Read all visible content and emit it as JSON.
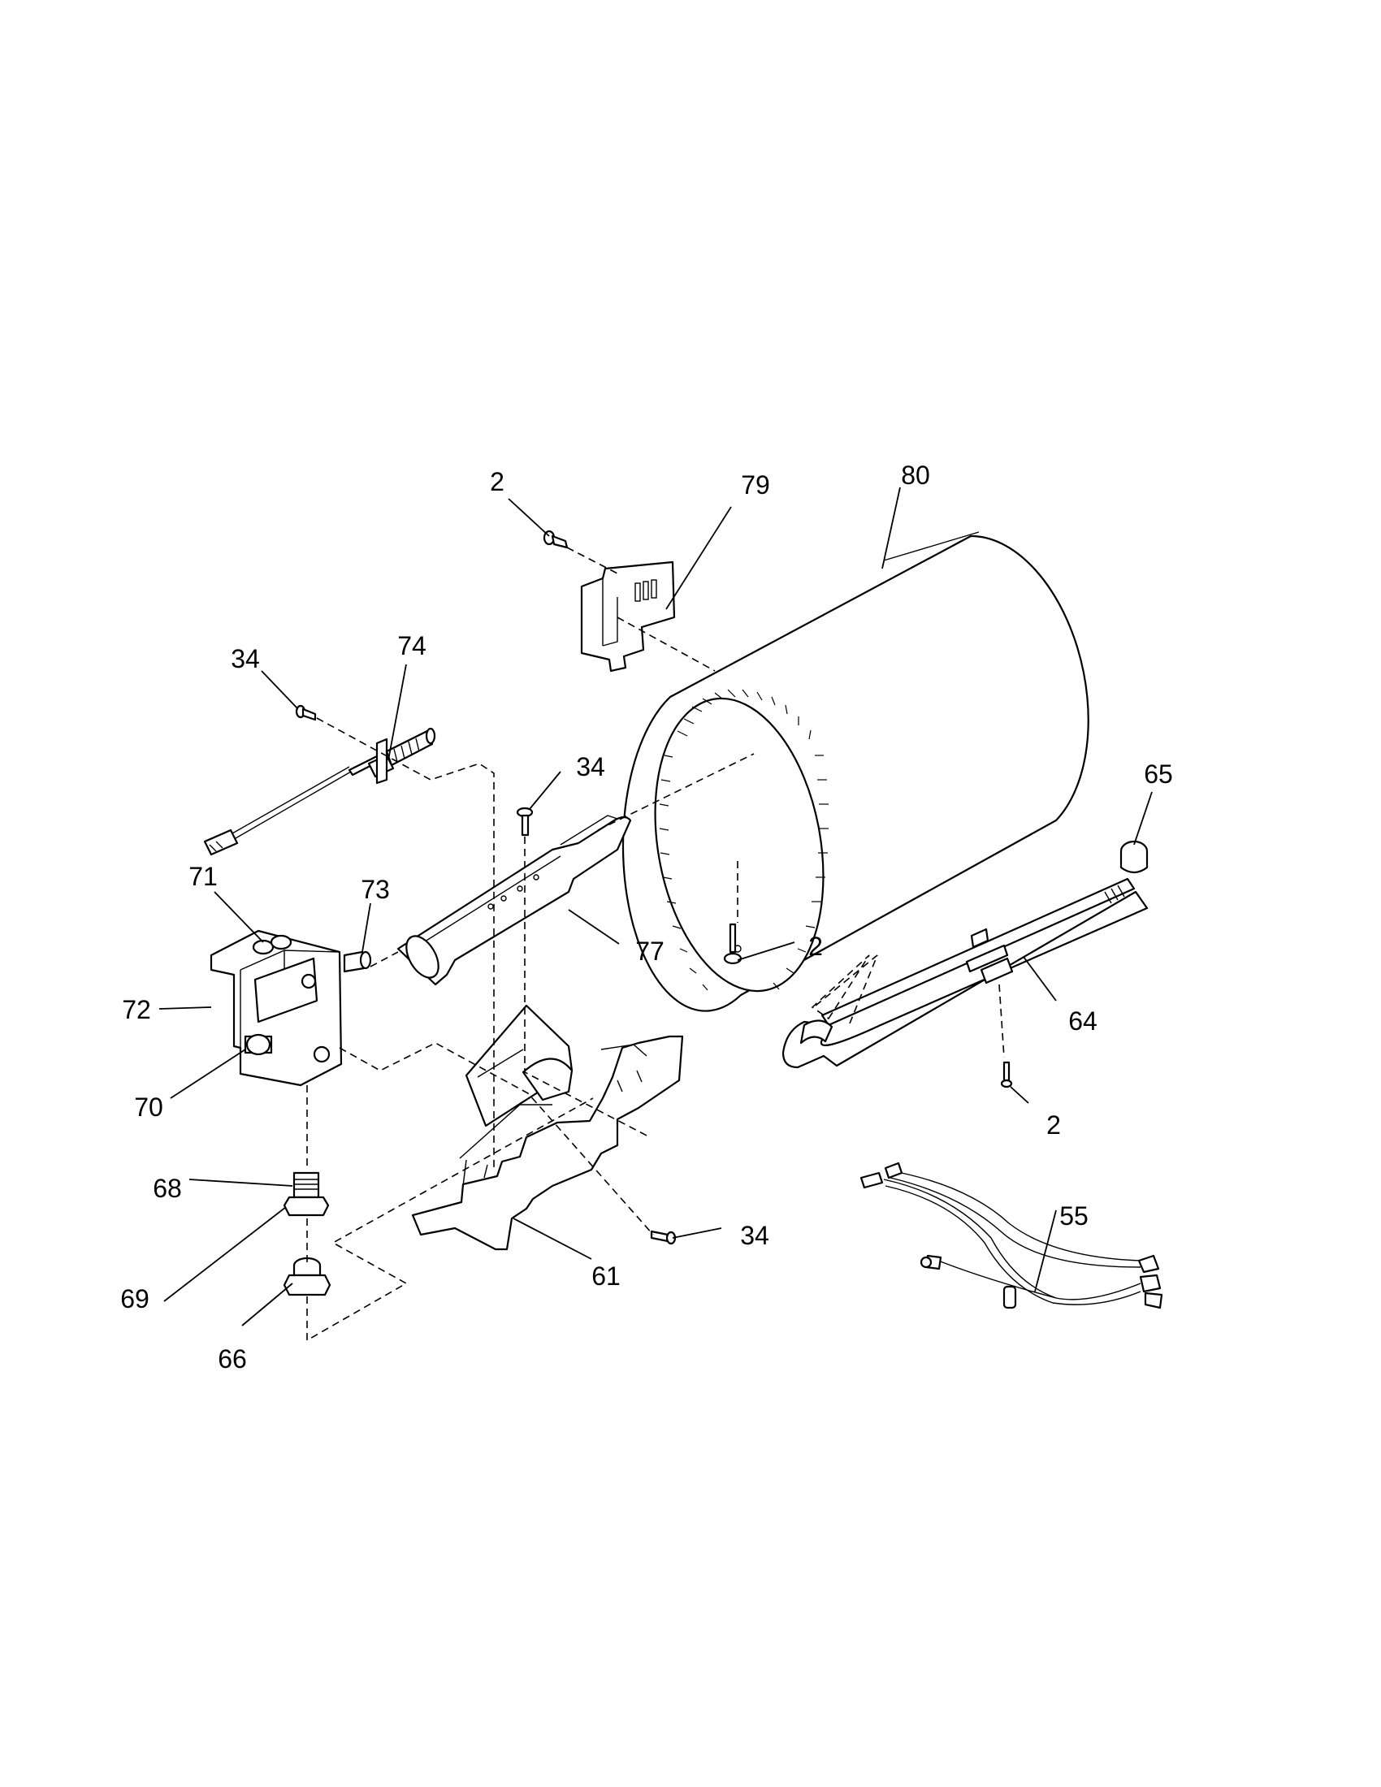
{
  "diagram": {
    "callouts": {
      "c2_top": "2",
      "c79": "79",
      "c80": "80",
      "c34_left": "34",
      "c74": "74",
      "c34_mid": "34",
      "c65": "65",
      "c71": "71",
      "c73": "73",
      "c2_mid": "2",
      "c77": "77",
      "c72": "72",
      "c64": "64",
      "c70": "70",
      "c2_right": "2",
      "c68": "68",
      "c55": "55",
      "c34_bottom": "34",
      "c69": "69",
      "c61": "61",
      "c66": "66"
    }
  }
}
